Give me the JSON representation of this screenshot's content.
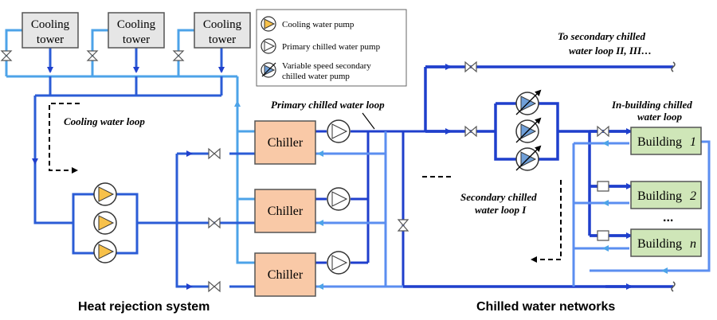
{
  "colors": {
    "cooling_pipe": "#4da3e8",
    "primary_pipe": "#2b5cd6",
    "chilled_pipe": "#1f3fcc",
    "return_pipe": "#5b8ef0",
    "tower_fill": "#e6e6e6",
    "chiller_fill": "#f9c9a7",
    "building_fill": "#cfe6b8",
    "pump_cooling": "#f7c14a",
    "pump_secondary": "#6f9fd8"
  },
  "cooling_towers": [
    {
      "line1": "Cooling",
      "line2": "tower"
    },
    {
      "line1": "Cooling",
      "line2": "tower"
    },
    {
      "line1": "Cooling",
      "line2": "tower"
    }
  ],
  "legend": {
    "cooling_pump": "Cooling water pump",
    "primary_pump": "Primary chilled water pump",
    "secondary_pump_line1": "Variable speed secondary",
    "secondary_pump_line2": "chilled water pump"
  },
  "chillers": [
    "Chiller",
    "Chiller",
    "Chiller"
  ],
  "buildings": [
    {
      "label": "Building",
      "index": "1"
    },
    {
      "label": "Building",
      "index": "2"
    },
    {
      "label": "Building",
      "index": "n"
    }
  ],
  "building_ellipsis": "...",
  "labels": {
    "cooling_water_loop": "Cooling water loop",
    "primary_loop": "Primary chilled water loop",
    "secondary_loop_ii_line1": "To secondary chilled",
    "secondary_loop_ii_line2": "water loop II, III…",
    "in_building_line1": "In-building chilled",
    "in_building_line2": "water loop",
    "secondary_loop_i_line1": "Secondary chilled",
    "secondary_loop_i_line2": "water loop I",
    "heat_rejection": "Heat rejection system",
    "chilled_networks": "Chilled water networks"
  }
}
